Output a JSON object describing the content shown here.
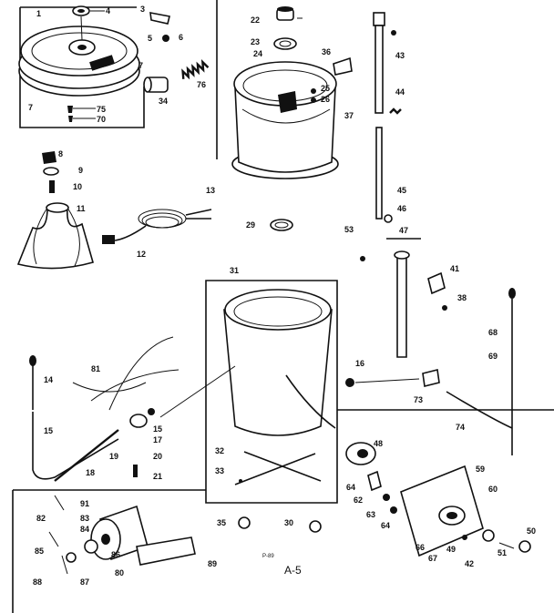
{
  "labels": {
    "l1": "1",
    "l4": "4",
    "l3": "3",
    "l5": "5",
    "l6": "6",
    "l7a": "7",
    "l7b": "7",
    "l76": "76",
    "l34": "34",
    "l75": "75",
    "l70": "70",
    "l22": "22",
    "l23": "23",
    "l24": "24",
    "l36": "36",
    "l25": "25",
    "l26": "26",
    "l13": "13",
    "l43": "43",
    "l44": "44",
    "l37": "37",
    "l45": "45",
    "l46": "46",
    "l8": "8",
    "l9": "9",
    "l10": "10",
    "l11": "11",
    "l12": "12",
    "l29": "29",
    "l47": "47",
    "l53": "53",
    "l41": "41",
    "l38": "38",
    "l31": "31",
    "l14": "14",
    "l81": "81",
    "l16": "16",
    "l15a": "15",
    "l15b": "15",
    "l17": "17",
    "l18": "18",
    "l19": "19",
    "l20": "20",
    "l21": "21",
    "l32": "32",
    "l33": "33",
    "l68": "68",
    "l69": "69",
    "l73": "73",
    "l74": "74",
    "l48": "48",
    "l59": "59",
    "l60": "60",
    "l64a": "64",
    "l62": "62",
    "l63": "63",
    "l64b": "64",
    "l66": "66",
    "l67": "67",
    "l49": "49",
    "l42": "42",
    "l51": "51",
    "l50": "50",
    "l35": "35",
    "l30": "30",
    "l82": "82",
    "l83": "83",
    "l84": "84",
    "l85": "85",
    "l91": "91",
    "l86": "86",
    "l80": "80",
    "l88": "88",
    "l87": "87",
    "l89": "89"
  },
  "page_code": "A-5",
  "small_code": "P-89"
}
